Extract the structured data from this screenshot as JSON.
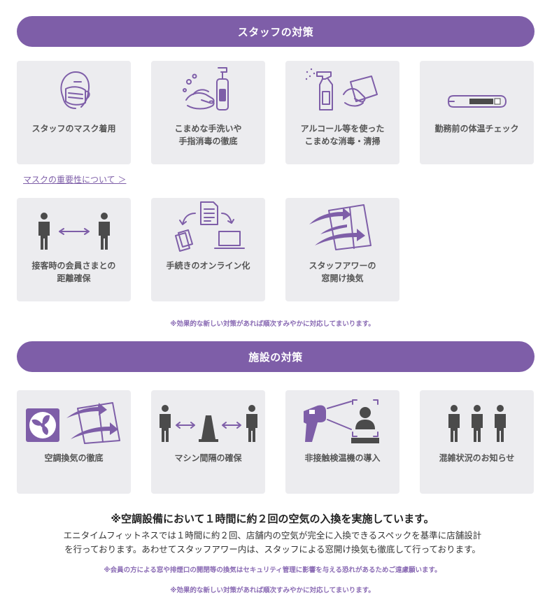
{
  "staff_section": {
    "title": "スタッフの対策",
    "cards": [
      {
        "label": "スタッフのマスク着用",
        "icon": "face-mask-icon"
      },
      {
        "label": "こまめな手洗いや\n手指消毒の徹底",
        "icon": "handwash-icon"
      },
      {
        "label": "アルコール等を使った\nこまめな消毒・清掃",
        "icon": "spray-cloth-icon"
      },
      {
        "label": "勤務前の体温チェック",
        "icon": "thermometer-icon"
      },
      {
        "label": "接客時の会員さまとの\n距離確保",
        "icon": "distance-icon"
      },
      {
        "label": "手続きのオンライン化",
        "icon": "online-procedure-icon"
      },
      {
        "label": "スタッフアワーの\n窓開け換気",
        "icon": "window-ventilation-icon"
      }
    ],
    "mask_link": "マスクの重要性について ＞",
    "note": "※効果的な新しい対策があれば順次すみやかに対応してまいります。"
  },
  "facility_section": {
    "title": "施設の対策",
    "cards": [
      {
        "label": "空調換気の徹底",
        "icon": "fan-ventilation-icon"
      },
      {
        "label": "マシン間隔の確保",
        "icon": "machine-spacing-icon"
      },
      {
        "label": "非接触検温機の導入",
        "icon": "contactless-thermometer-icon"
      },
      {
        "label": "混雑状況のお知らせ",
        "icon": "crowd-status-icon"
      }
    ],
    "headline": "※空調設備において１時間に約２回の空気の入換を実施しています。",
    "body_line1": "エニタイムフィットネスでは１時間に約２回、店舗内の空気が完全に入換できるスペックを基準に店舗設計",
    "body_line2": "を行っております。あわせてスタッフアワー内は、スタッフによる窓開け換気も徹底して行っております。",
    "sub_note": "※会員の方による窓や排煙口の開閉等の換気はセキュリティ管理に影響を与える恐れがあるためご遠慮願います。",
    "note": "※効果的な新しい対策があれば順次すみやかに対応してまいります。"
  },
  "colors": {
    "accent": "#7e5ea8",
    "card_bg": "#ececef"
  }
}
